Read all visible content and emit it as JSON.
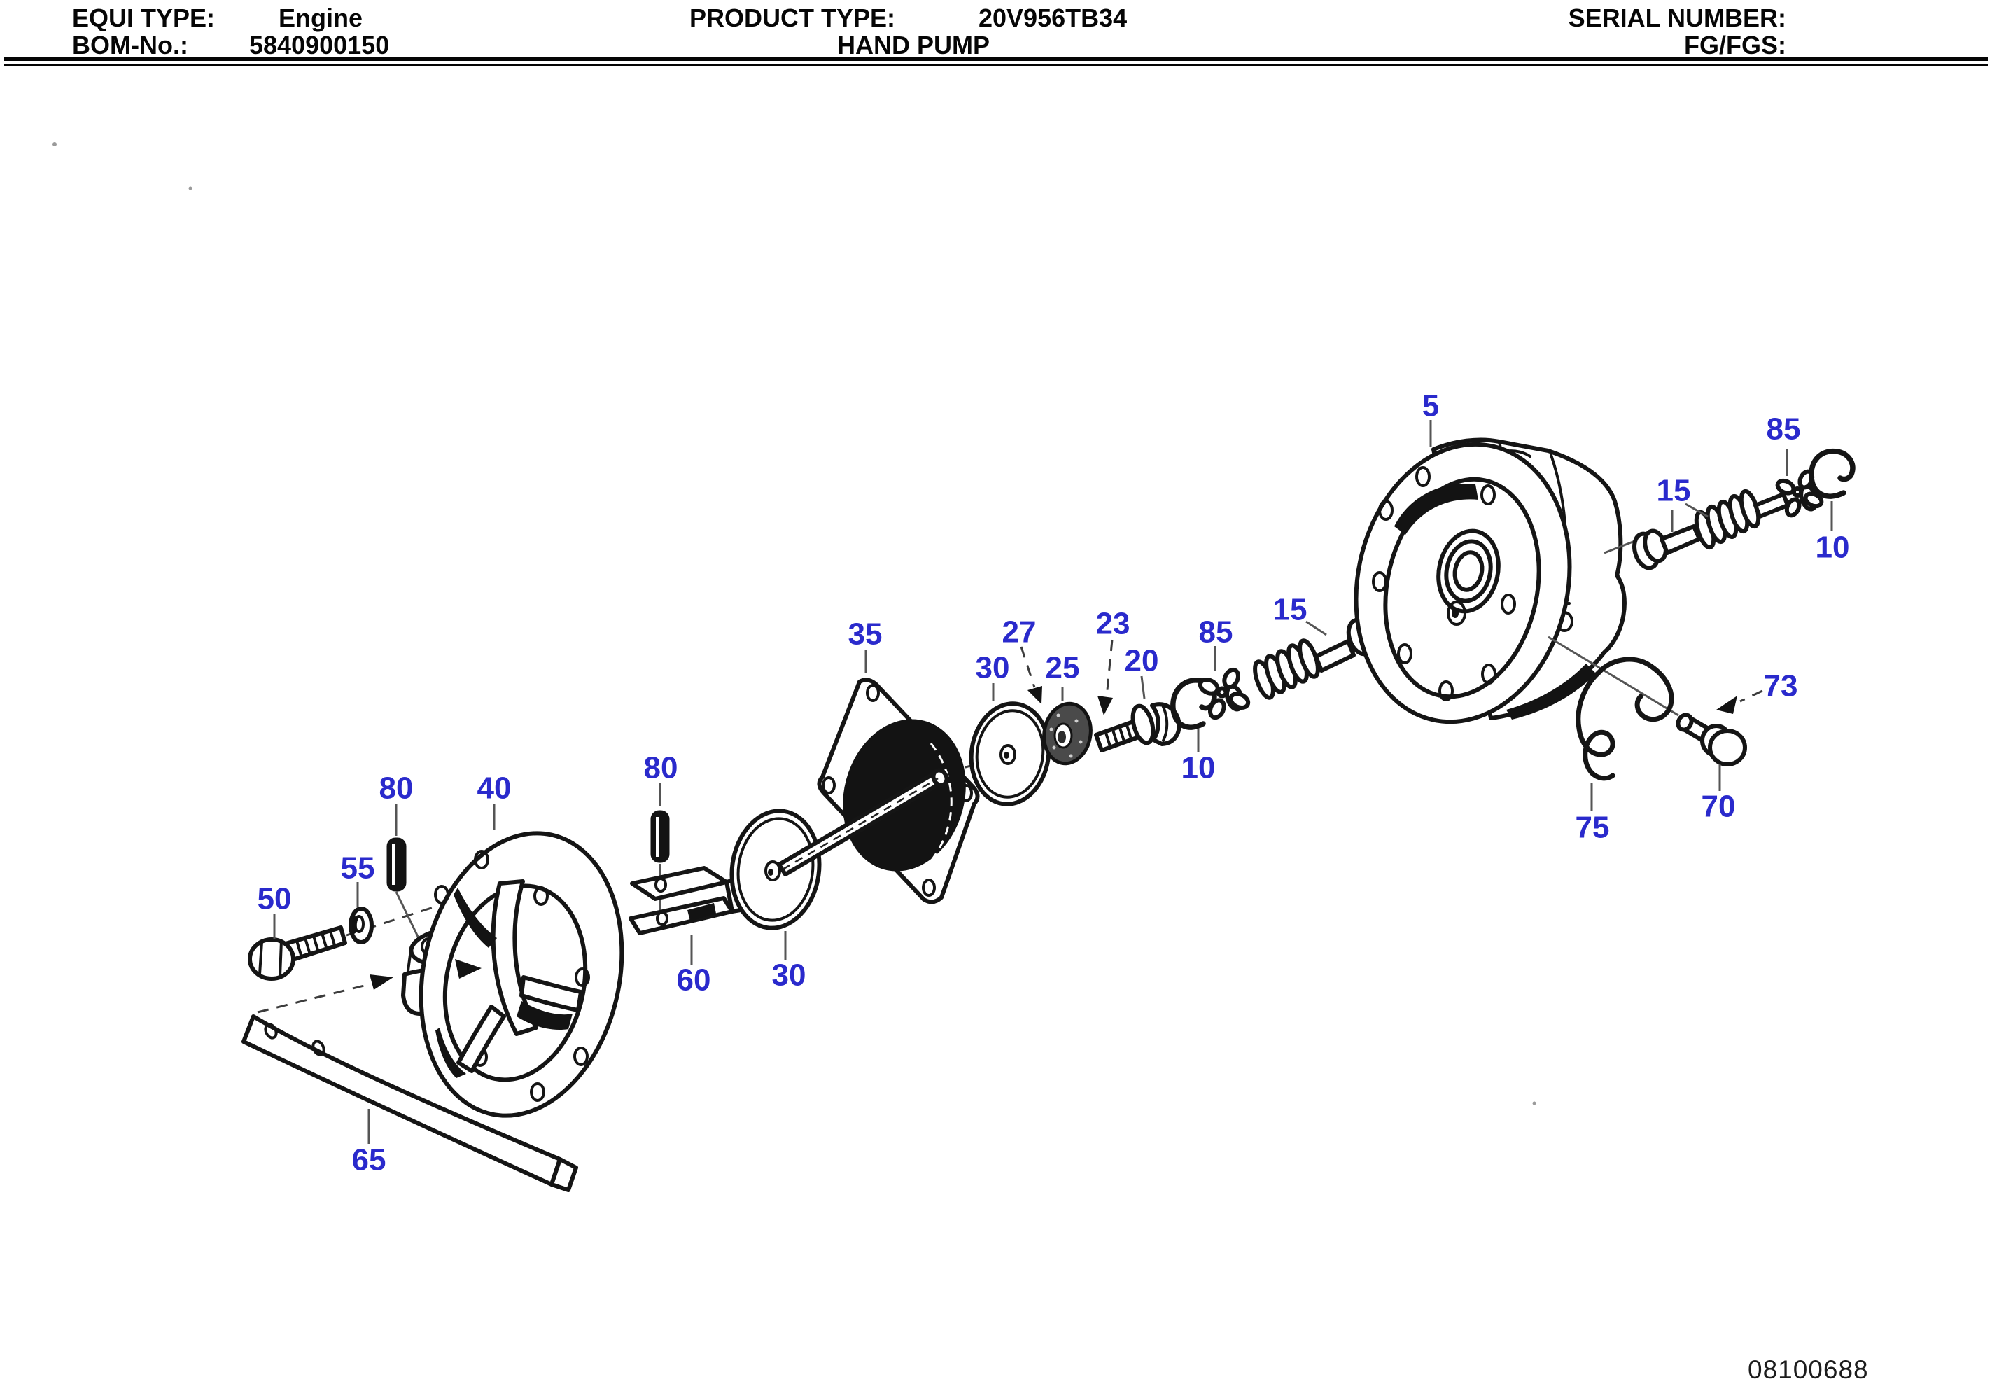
{
  "header": {
    "equi_type_label": "EQUI TYPE:",
    "equi_type_value": "Engine",
    "bom_label": "BOM-No.:",
    "bom_value": "5840900150",
    "product_type_label": "PRODUCT TYPE:",
    "product_type_value": "20V956TB34",
    "product_name": "HAND PUMP",
    "serial_label": "SERIAL NUMBER:",
    "fg_label": "FG/FGS:"
  },
  "diagram": {
    "title_implicit": "hand pump exploded parts view",
    "callout_color": "#2a2acc",
    "line_color": "#151515",
    "leader_color": "#555555",
    "callouts": {
      "c5": {
        "label": "5"
      },
      "c10_center": {
        "label": "10"
      },
      "c10_top_right": {
        "label": "10"
      },
      "c15_center": {
        "label": "15"
      },
      "c15_top_right": {
        "label": "15"
      },
      "c20": {
        "label": "20"
      },
      "c23": {
        "label": "23"
      },
      "c25": {
        "label": "25"
      },
      "c27": {
        "label": "27"
      },
      "c30_right": {
        "label": "30"
      },
      "c30_bottom": {
        "label": "30"
      },
      "c35": {
        "label": "35"
      },
      "c40": {
        "label": "40"
      },
      "c50": {
        "label": "50"
      },
      "c55": {
        "label": "55"
      },
      "c60": {
        "label": "60"
      },
      "c65": {
        "label": "65"
      },
      "c70": {
        "label": "70"
      },
      "c73": {
        "label": "73"
      },
      "c75": {
        "label": "75"
      },
      "c80_left": {
        "label": "80"
      },
      "c80_right": {
        "label": "80"
      },
      "c85_center": {
        "label": "85"
      },
      "c85_top_right": {
        "label": "85"
      }
    }
  },
  "footer": {
    "doc_number": "08100688"
  }
}
